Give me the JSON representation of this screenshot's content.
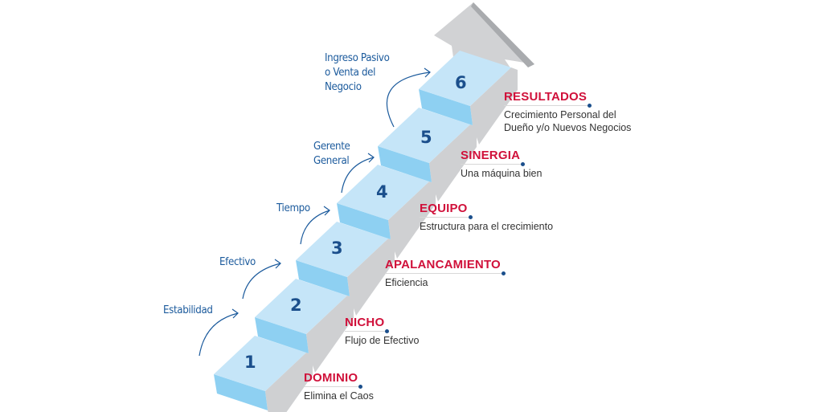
{
  "steps": [
    {
      "number": "1",
      "title": "DOMINIO",
      "description": [
        "Elimina el Caos"
      ],
      "transition": "Estabilidad"
    },
    {
      "number": "2",
      "title": "NICHO",
      "description": [
        "Flujo de Efectivo"
      ],
      "transition": "Efectivo"
    },
    {
      "number": "3",
      "title": "APALANCAMIENTO",
      "description": [
        "Eficiencia"
      ],
      "transition": "Tiempo"
    },
    {
      "number": "4",
      "title": "EQUIPO",
      "description": [
        "Estructura para el crecimiento"
      ],
      "transition": [
        "Gerente",
        "General"
      ]
    },
    {
      "number": "5",
      "title": "SINERGIA",
      "description": [
        "Una máquina bien"
      ],
      "transition": [
        "Ingreso Pasivo",
        "o Venta del",
        "Negocio"
      ]
    },
    {
      "number": "6",
      "title": "RESULTADOS",
      "description": [
        "Crecimiento Personal del",
        "Dueño y/o Nuevos Negocios"
      ]
    }
  ],
  "colors": {
    "step_top": "#c5e5f8",
    "step_riser": "#8ed0f2",
    "edge": "#cfd0d2",
    "title": "#d0103a",
    "number": "#1b4f8c",
    "hand": "#1b5a9c",
    "arrow": "#d1d2d4"
  }
}
